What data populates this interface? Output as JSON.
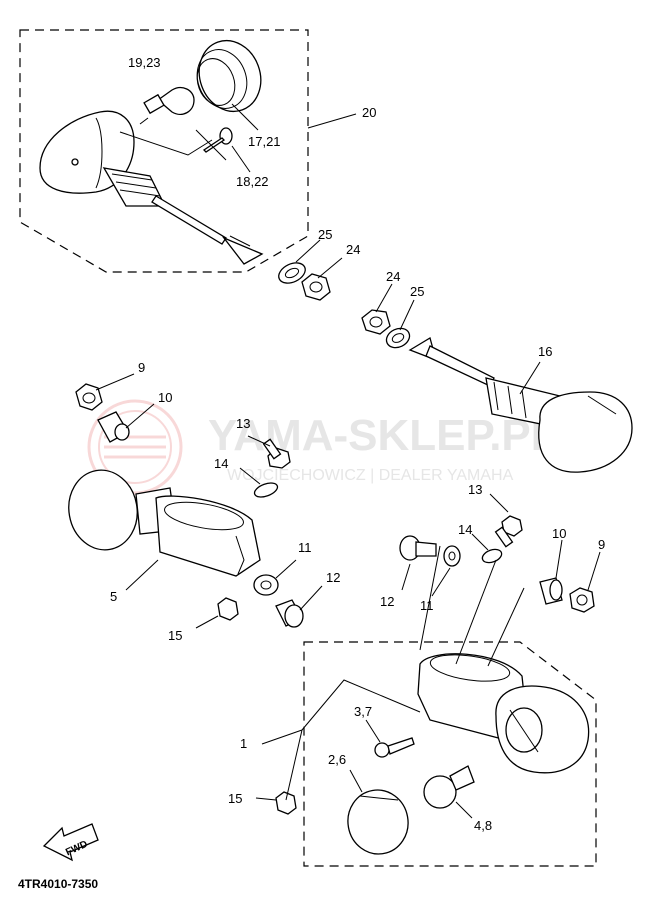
{
  "watermark": {
    "brand": "YAMA-SKLEP.PL",
    "subtitle": "WOJCIECHOWICZ | DEALER YAMAHA"
  },
  "diagram_code": "4TR4010-7350",
  "direction_label": "FWD",
  "callouts": {
    "c1": "1",
    "c2_6": "2,6",
    "c3_7": "3,7",
    "c4_8": "4,8",
    "c5": "5",
    "c9a": "9",
    "c9b": "9",
    "c10a": "10",
    "c10b": "10",
    "c11a": "11",
    "c11b": "11",
    "c12a": "12",
    "c12b": "12",
    "c13a": "13",
    "c13b": "13",
    "c14a": "14",
    "c14b": "14",
    "c15a": "15",
    "c15b": "15",
    "c16": "16",
    "c17_21": "17,21",
    "c18_22": "18,22",
    "c19_23": "19,23",
    "c20": "20",
    "c24a": "24",
    "c24b": "24",
    "c25a": "25",
    "c25b": "25"
  },
  "colors": {
    "watermark_logo": "#f3b9b9",
    "watermark_text": "#e6e6e6",
    "line": "#000000"
  }
}
